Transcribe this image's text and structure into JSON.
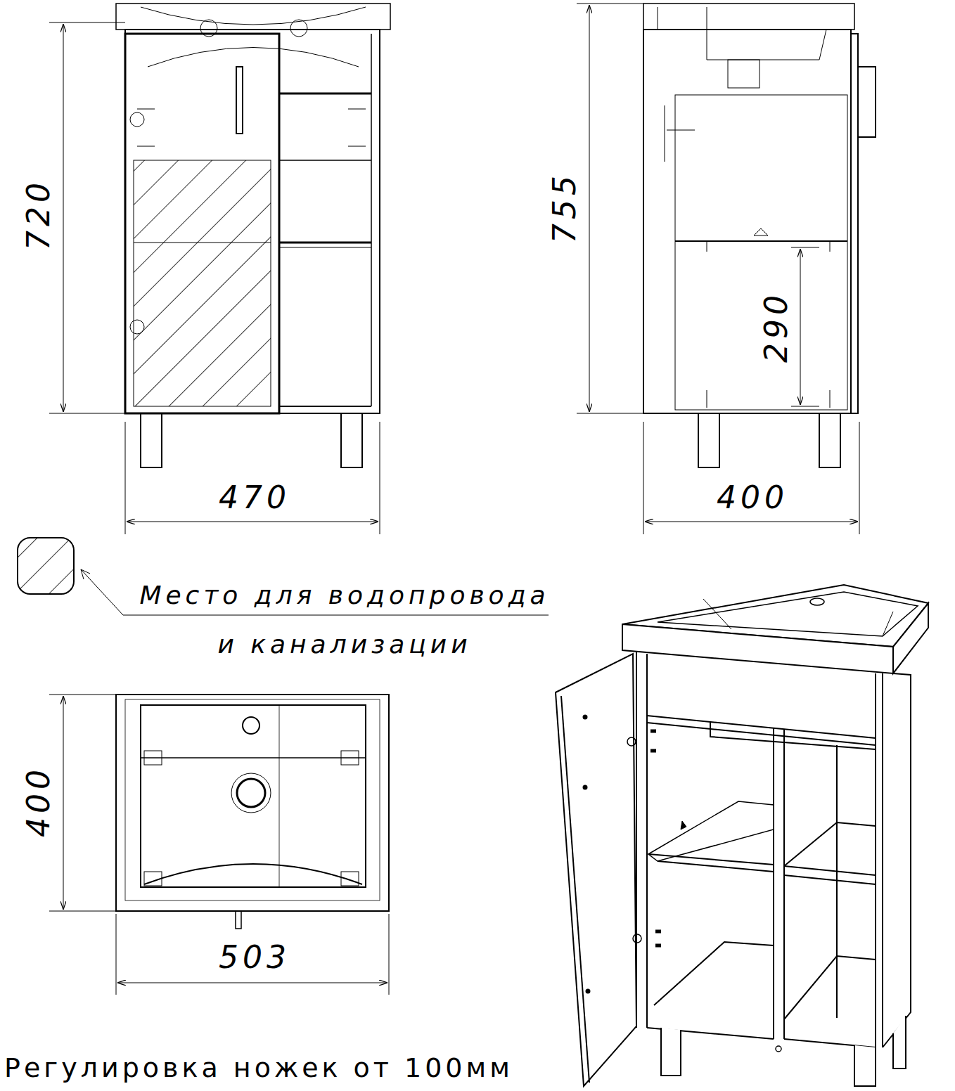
{
  "diagram": {
    "labels": [
      "720",
      "470",
      "755",
      "290",
      "400",
      "Место для водопровода и канализации",
      "400",
      "503",
      "Регулировка ножек от 100мм"
    ]
  }
}
